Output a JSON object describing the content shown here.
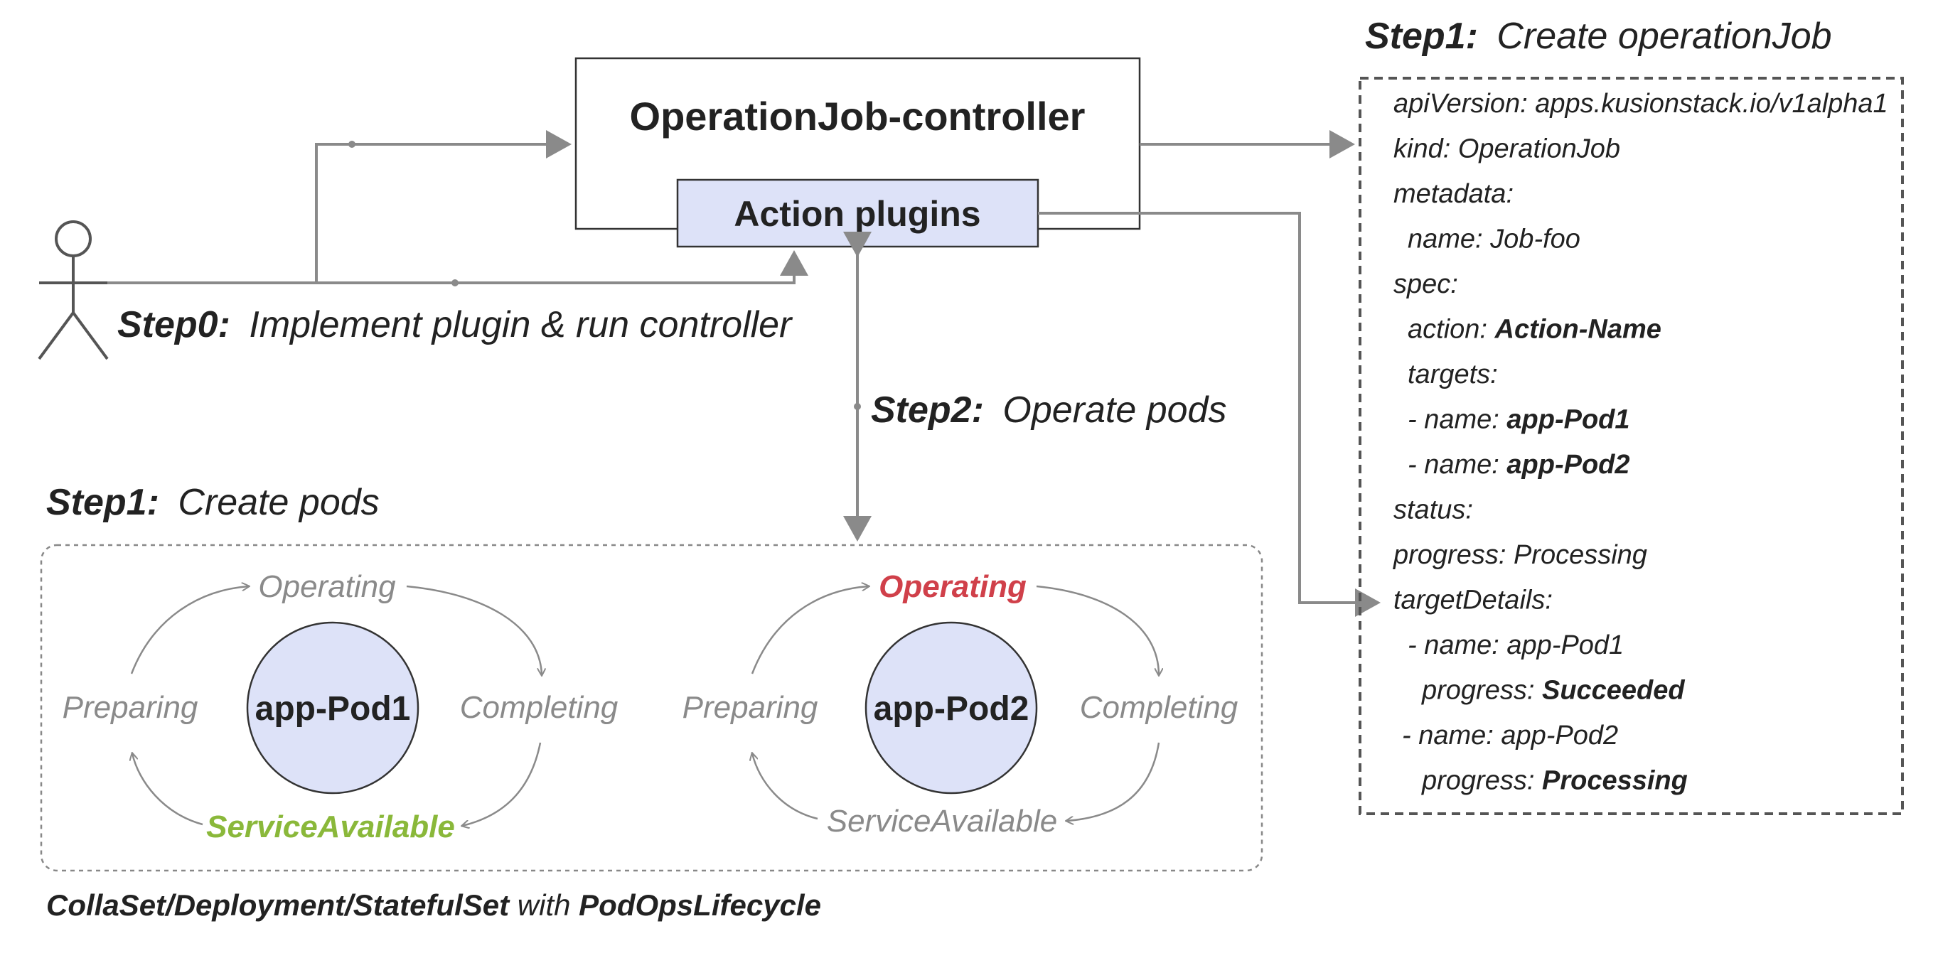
{
  "controller": {
    "title": "OperationJob-controller",
    "plugins_label": "Action plugins"
  },
  "steps": {
    "step0_bold": "Step0:",
    "step0_text": "Implement plugin & run controller",
    "step1_job_bold": "Step1:",
    "step1_job_text": "Create operationJob",
    "step1_pods_bold": "Step1:",
    "step1_pods_text": "Create pods",
    "step2_bold": "Step2:",
    "step2_text": "Operate pods"
  },
  "yaml": {
    "lines": [
      {
        "text": "apiVersion: apps.kusionstack.io/v1alpha1",
        "bold": ""
      },
      {
        "text": "kind: OperationJob",
        "bold": ""
      },
      {
        "text": "metadata:",
        "bold": ""
      },
      {
        "text": "name: Job-foo",
        "bold": ""
      },
      {
        "text": "spec:",
        "bold": ""
      },
      {
        "text": "action: ",
        "bold": "Action-Name"
      },
      {
        "text": "targets:",
        "bold": ""
      },
      {
        "text": "- name: ",
        "bold": "app-Pod1"
      },
      {
        "text": "- name: ",
        "bold": "app-Pod2"
      },
      {
        "text": "status:",
        "bold": ""
      },
      {
        "text": "progress: Processing",
        "bold": ""
      },
      {
        "text": "targetDetails:",
        "bold": ""
      },
      {
        "text": "- name: app-Pod1",
        "bold": ""
      },
      {
        "text": "progress: ",
        "bold": "Succeeded"
      },
      {
        "text": "- name: app-Pod2",
        "bold": ""
      },
      {
        "text": "progress: ",
        "bold": "Processing"
      }
    ]
  },
  "pods": [
    {
      "name": "app-Pod1",
      "operating": "Operating",
      "preparing": "Preparing",
      "completing": "Completing",
      "service_available": "ServiceAvailable"
    },
    {
      "name": "app-Pod2",
      "operating": "Operating",
      "preparing": "Preparing",
      "completing": "Completing",
      "service_available": "ServiceAvailable"
    }
  ],
  "footer": {
    "part1": "CollaSet/Deployment/StatefulSet",
    "part2": " with ",
    "part3": "PodOpsLifecycle"
  },
  "colors": {
    "pod_fill": "#dde2f8",
    "active_operating": "#d0404a",
    "active_service": "#8ab83a",
    "arrow": "#8a8a8a"
  }
}
